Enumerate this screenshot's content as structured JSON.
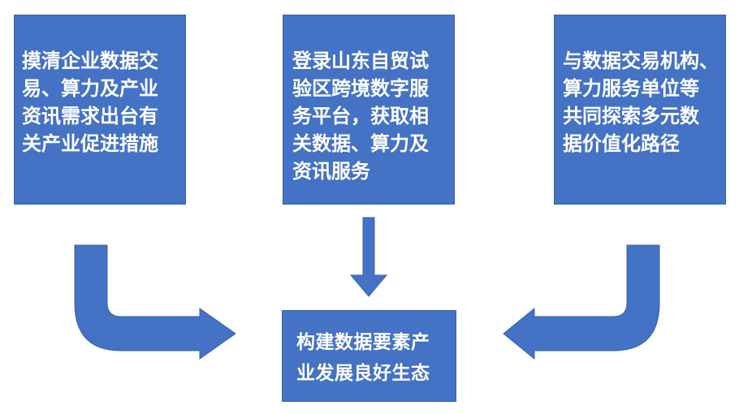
{
  "boxes": {
    "left": {
      "lines": [
        "摸清企业数据交",
        "易、算力及产业",
        "资讯需求出台有",
        "关产业促进措施"
      ]
    },
    "center": {
      "lines": [
        "登录山东自贸试",
        "验区跨境数字服",
        "务平台，获取相",
        "关数据、算力及",
        "资讯服务"
      ]
    },
    "right": {
      "lines": [
        "与数据交易机构、",
        "算力服务单位等",
        "共同探索多元数",
        "据价值化路径"
      ]
    },
    "bottom": {
      "lines": [
        "构建数据要素产",
        "业发展良好生态"
      ]
    }
  },
  "colors": {
    "box_fill": "#4472c4",
    "box_text": "#ffffff",
    "arrow_fill": "#4472c4"
  }
}
